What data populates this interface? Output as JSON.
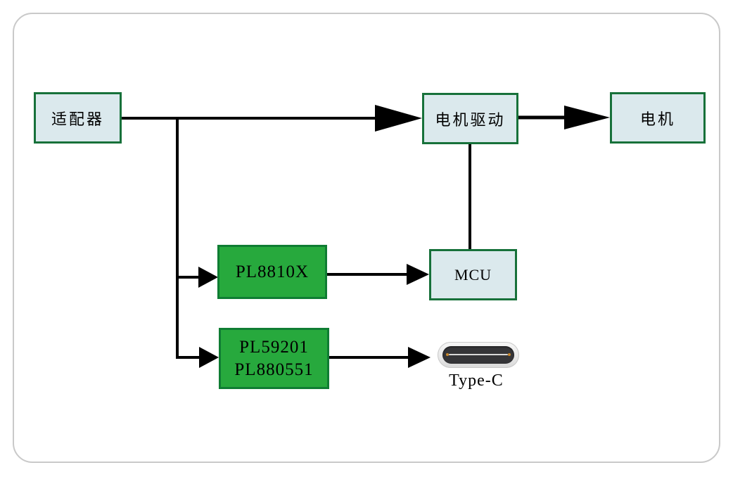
{
  "diagram": {
    "description": "Block diagram of a motor/charging system with PL-series chips",
    "nodes": {
      "adapter": {
        "label": "适配器"
      },
      "motor_driver": {
        "label": "电机驱动"
      },
      "motor": {
        "label": "电机"
      },
      "pl8810x": {
        "label": "PL8810X"
      },
      "mcu": {
        "label": "MCU"
      },
      "pl_combo": {
        "label_line1": "PL59201",
        "label_line2": "PL880551"
      },
      "type_c": {
        "label": "Type-C"
      }
    },
    "connections": [
      {
        "from": "适配器",
        "to": "电机驱动",
        "arrow": true
      },
      {
        "from": "电机驱动",
        "to": "电机",
        "arrow": true
      },
      {
        "from": "电机驱动",
        "to": "MCU",
        "arrow": false
      },
      {
        "from": "适配器",
        "to": "PL8810X",
        "arrow": true
      },
      {
        "from": "PL8810X",
        "to": "MCU",
        "arrow": true
      },
      {
        "from": "适配器",
        "to": "PL59201/PL880551",
        "arrow": true
      },
      {
        "from": "PL59201/PL880551",
        "to": "Type-C",
        "arrow": true
      }
    ],
    "colors": {
      "io_box_fill": "#dbe9ed",
      "io_box_border": "#17713a",
      "chip_box_fill": "#27a93d",
      "chip_box_border": "#0f7d33",
      "wire": "#000000",
      "frame_border": "#c9c9c9",
      "typec_shell": "#e9e9e9",
      "typec_cavity": "#353538",
      "typec_pin": "#c8872b"
    }
  }
}
